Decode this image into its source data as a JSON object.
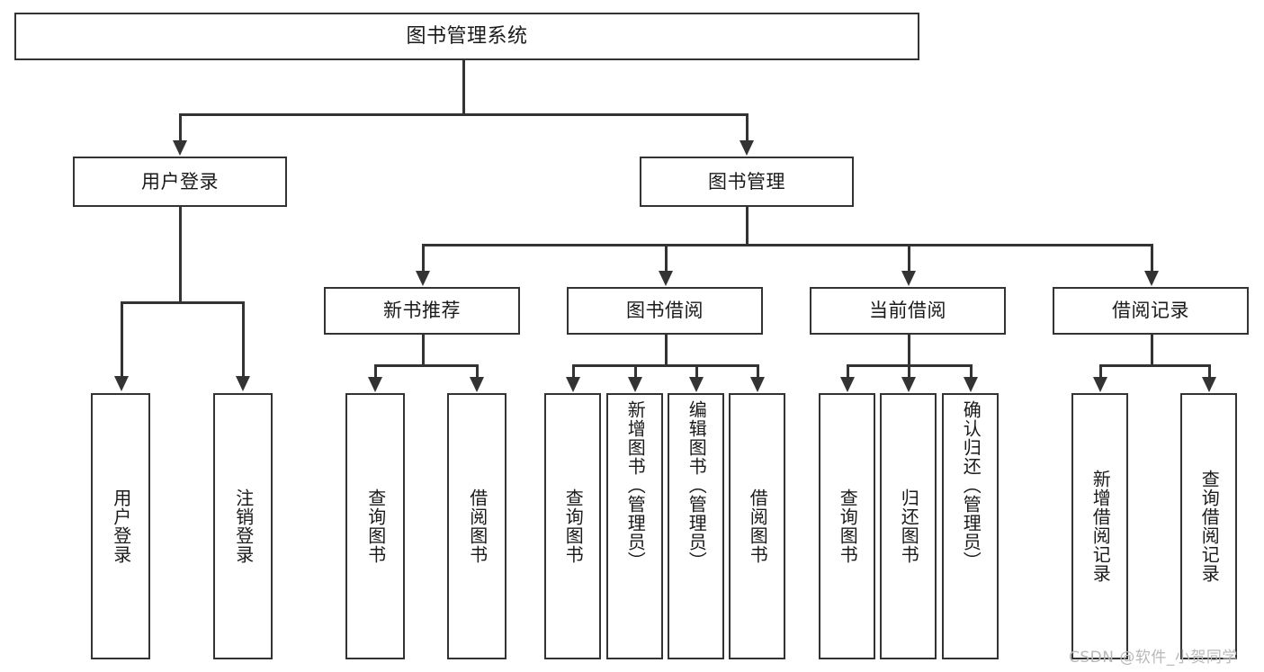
{
  "diagram": {
    "title": "图书管理系统",
    "type": "功能结构图",
    "root": {
      "label": "图书管理系统"
    },
    "level1": [
      {
        "id": "user-login",
        "label": "用户登录"
      },
      {
        "id": "book-manage",
        "label": "图书管理"
      }
    ],
    "level2": [
      {
        "id": "new-book-rec",
        "label": "新书推荐",
        "parent": "book-manage"
      },
      {
        "id": "book-borrow",
        "label": "图书借阅",
        "parent": "book-manage"
      },
      {
        "id": "current-borrow",
        "label": "当前借阅",
        "parent": "book-manage"
      },
      {
        "id": "borrow-record",
        "label": "借阅记录",
        "parent": "book-manage"
      }
    ],
    "leaves": [
      {
        "id": "leaf-user-login",
        "label": "用户登录",
        "parent": "user-login"
      },
      {
        "id": "leaf-user-logout",
        "label": "注销登录",
        "parent": "user-login"
      },
      {
        "id": "leaf-query-book-1",
        "label": "查询图书",
        "parent": "new-book-rec"
      },
      {
        "id": "leaf-borrow-book-1",
        "label": "借阅图书",
        "parent": "new-book-rec"
      },
      {
        "id": "leaf-query-book-2",
        "label": "查询图书",
        "parent": "book-borrow"
      },
      {
        "id": "leaf-add-book",
        "label": "新增图书（管理员）",
        "parent": "book-borrow"
      },
      {
        "id": "leaf-edit-book",
        "label": "编辑图书（管理员）",
        "parent": "book-borrow"
      },
      {
        "id": "leaf-borrow-book-2",
        "label": "借阅图书",
        "parent": "book-borrow"
      },
      {
        "id": "leaf-query-book-3",
        "label": "查询图书",
        "parent": "current-borrow"
      },
      {
        "id": "leaf-return-book",
        "label": "归还图书",
        "parent": "current-borrow"
      },
      {
        "id": "leaf-confirm-return",
        "label": "确认归还（管理员）",
        "parent": "current-borrow"
      },
      {
        "id": "leaf-add-record",
        "label": "新增借阅记录",
        "parent": "borrow-record"
      },
      {
        "id": "leaf-query-record",
        "label": "查询借阅记录",
        "parent": "borrow-record"
      }
    ],
    "colors": {
      "border": "#333333",
      "background": "#ffffff",
      "text": "#1a1a1a",
      "watermark": "#b8b8b8"
    }
  },
  "watermark": {
    "text": "CSDN @软件_小贺同学"
  }
}
